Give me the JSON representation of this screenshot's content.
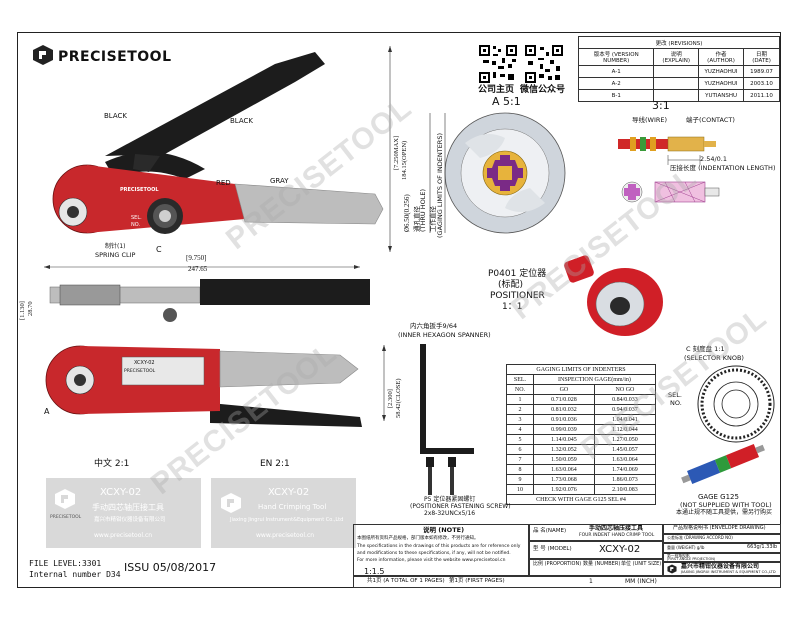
{
  "brand": {
    "name": "PRECISETOOL"
  },
  "revision_table": {
    "title": "更改 (REVISIONS)",
    "headers": [
      "版本号 (VERSION NUMBER)",
      "说明 (EXPLAIN)",
      "作者 (AUTHOR)",
      "日期 (DATE)"
    ],
    "rows": [
      [
        "A-1",
        "",
        "YUZHAOHUI",
        "1989.07"
      ],
      [
        "A-2",
        "",
        "YUZHAOHUI",
        "2003.10"
      ],
      [
        "B-1",
        "",
        "YUTIANSHU",
        "2011.10"
      ]
    ]
  },
  "qr": {
    "left_label": "公司主页",
    "right_label": "微信公众号"
  },
  "views": {
    "a_scale": "A  5:1",
    "scale_3_1": "3:1",
    "zh_scale": "中文   2:1",
    "en_scale": "EN   2:1",
    "c_knob": "C  刻度盘  1:1",
    "c_knob_en": "(SELECTOR KNOB)"
  },
  "labels": {
    "black1": "BLACK",
    "black2": "BLACK",
    "red": "RED",
    "gray": "GRAY",
    "c": "C",
    "spring_clip_zh": "制针(1)",
    "spring_clip": "SPRING CLIP",
    "sel": "SEL.",
    "no": "NO.",
    "a_marker": "A",
    "sel_no_knob": "SEL.",
    "no_knob": "NO.",
    "wire": "导线(WIRE)",
    "contact": "端子(CONTACT)",
    "indent_dim": "2.54/0.1",
    "indent_len": "压接长度 (INDENTATION LENGTH)",
    "thru_hole_zh": "通孔直径",
    "thru_hole": "(THRU HOLE)",
    "gaging_zh": "工作直径",
    "gaging": "(GAGING LIMITS OF INDENTERS)",
    "hole_dim": "Ø6.50(0.256)"
  },
  "dimensions": {
    "length_in": "[9.750]",
    "length_mm": "247.65",
    "height_in": "[7.250MAX]",
    "height_mm": "184.15(OPEN)",
    "thick_in": "[1.130]",
    "thick_mm": "28.70",
    "closed_in": "[2.300]",
    "closed_mm": "58.42(CLOSE)"
  },
  "positioner": {
    "zh": "P0401 定位器",
    "zh2": "(标配)",
    "en": "POSITIONER",
    "scale": "1：1"
  },
  "spanner": {
    "zh": "内六角扳手9/64",
    "en": "(INNER HEXAGON SPANNER)"
  },
  "screw": {
    "zh": "P5 定位器紧固螺钉",
    "en": "(POSITIONER FASTENING SCREW)",
    "spec": "2x8-32UNCx5/16"
  },
  "gage_table": {
    "title": "GAGING LIMITS OF INDENTERS",
    "col_sel": "SEL.",
    "col_no": "NO.",
    "col_inspection": "INSPECTION GAGE(mm/in)",
    "col_go": "GO",
    "col_nogo": "NO GO",
    "rows": [
      [
        "1",
        "0.71/0.028",
        "0.84/0.033"
      ],
      [
        "2",
        "0.81/0.032",
        "0.94/0.037"
      ],
      [
        "3",
        "0.91/0.036",
        "1.04/0.041"
      ],
      [
        "4",
        "0.99/0.039",
        "1.12/0.044"
      ],
      [
        "5",
        "1.14/0.045",
        "1.27/0.050"
      ],
      [
        "6",
        "1.32/0.052",
        "1.45/0.057"
      ],
      [
        "7",
        "1.50/0.059",
        "1.63/0.064"
      ],
      [
        "8",
        "1.63/0.064",
        "1.74/0.069"
      ],
      [
        "9",
        "1.73/0.068",
        "1.86/0.073"
      ],
      [
        "10",
        "1.92/0.076",
        "2.10/0.083"
      ]
    ],
    "footer": "CHECK WITH GAGE G125 SEL #4"
  },
  "gage_tool": {
    "name": "GAGE G125",
    "en": "(NOT SUPPLIED WITH TOOL)",
    "zh": "本通止规不随工具提供，需另行购买"
  },
  "handle_plate": {
    "model": "XCXY-02"
  },
  "cards": {
    "zh": {
      "model": "XCXY-02",
      "name": "手动四芯轴压接工具",
      "company": "嘉兴市精钳仪器设备有限公司",
      "url": "www.precisetool.cn",
      "logo_text": "PRECISETOOL"
    },
    "en": {
      "model": "XCXY-02",
      "name": "Hand Crimping Tool",
      "company": "Jiaxing Jingrui Instrument&Equipment Co.,Ltd",
      "url": "www.precisetool.cn"
    }
  },
  "file_level": "FILE LEVEL:3301",
  "internal_number": "Internal number D34",
  "issue": "ISSU 05/08/2017",
  "title_block": {
    "note_title": "说明 (NOTE)",
    "note_zh": "本图纸所有资料产品规格，部门版本如有修改，不另行通知。",
    "note_en1": "The specifications in the drawings of this products are for reference only",
    "note_en2": "and modifications to these specifications, if any, will not be notified.",
    "note_en3": "For more information, please visit the website www.precisetool.cn",
    "product_name_label": "品 名(NAME)",
    "product_name_zh": "手动四芯轴压接工具",
    "product_name_en": "FOUR INDENT HAND CRIMP TOOL",
    "model_label": "型 号 (MODEL)",
    "model": "XCXY-02",
    "ratio_label": "比例 (PROPORTION)",
    "ratio": "1:1.5",
    "number_label": "数量 (NUMBER)",
    "number": "1",
    "unit_label": "单位 (UNIT SIZE)",
    "unit": "MM (INCH)",
    "pages": "共1页 (A TOTAL OF 1 PAGES)",
    "first_page": "第1页 (FIRST PAGES)",
    "envelope": "产品规格说明书 (ENVELOPE DRAWING)",
    "tol": "公差标准 (DRAWING ACCORD NO)",
    "weight_label": "重量 (WEIGHT) g/lb",
    "weight": "663g/1.33lb",
    "proj": "第一视角投影",
    "proj_en": "(FIRST ANGLE PROJECTION)",
    "company_zh": "嘉兴市精钳仪器设备有限公司",
    "company_en": "JIAXING JINGRUI INSTRUMENT & EQUIPMENT CO.,LTD"
  },
  "watermark": "PRECISETOOL",
  "colors": {
    "red": "#c8282c",
    "black": "#1c1c1c",
    "gray": "#bdbdbd",
    "accent_red": "#d01f27"
  }
}
